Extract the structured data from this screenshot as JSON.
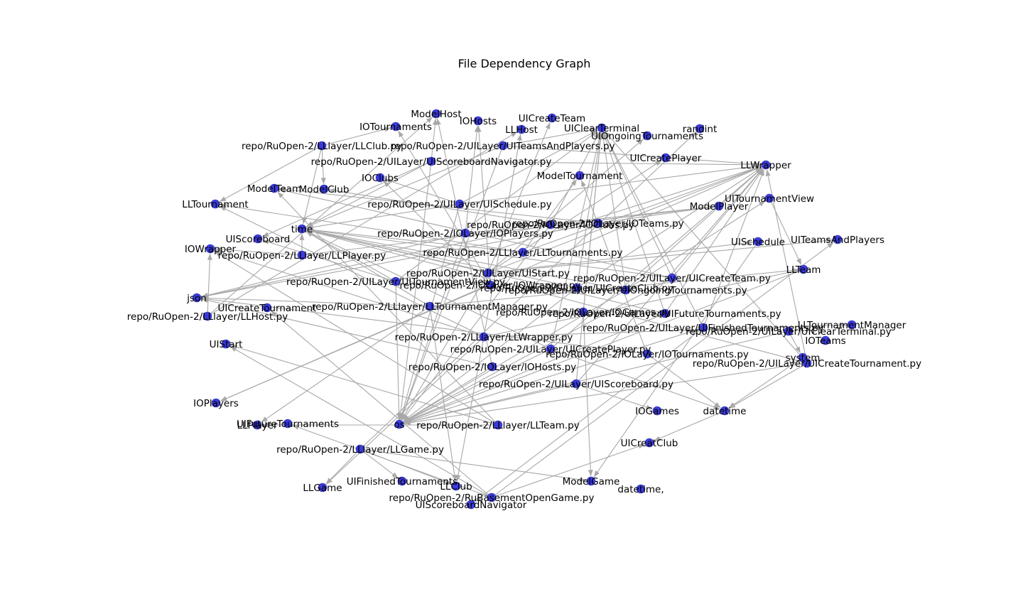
{
  "title": "File Dependency Graph",
  "style": {
    "node_color": "#3b3bdc",
    "edge_color": "#a8a8a8",
    "background": "#ffffff"
  },
  "nodes": [
    {
      "id": "ModelHost",
      "label": "ModelHost"
    },
    {
      "id": "IOTournaments",
      "label": "IOTournaments"
    },
    {
      "id": "IOHosts",
      "label": "IOHosts"
    },
    {
      "id": "UICreateTeam",
      "label": "UICreateTeam"
    },
    {
      "id": "LLHost",
      "label": "LLHost"
    },
    {
      "id": "UIClearTerminal",
      "label": "UIClearTerminal"
    },
    {
      "id": "UIOngoingTournaments",
      "label": "UIOngoingTournaments"
    },
    {
      "id": "randint",
      "label": "randint"
    },
    {
      "id": "repo_LLClubpy",
      "label": "repo/RuOpen-2/LLlayer/LLClub.py"
    },
    {
      "id": "repo_UITeamsAndPlayerspy",
      "label": "repo/RuOpen-2/UILayer/UITeamsAndPlayers.py"
    },
    {
      "id": "UICreatePlayer",
      "label": "UICreatePlayer"
    },
    {
      "id": "repo_UIScoreboardNavigatorpy",
      "label": "repo/RuOpen-2/UILayer/UIScoreboardNavigator.py"
    },
    {
      "id": "LLWrapper",
      "label": "LLWrapper"
    },
    {
      "id": "IOClubs",
      "label": "IOClubs"
    },
    {
      "id": "ModelTournament",
      "label": "ModelTournament"
    },
    {
      "id": "ModelTeam",
      "label": "ModelTeam"
    },
    {
      "id": "ModelClub",
      "label": "ModelClub"
    },
    {
      "id": "UITournamentView",
      "label": "UITournamentView"
    },
    {
      "id": "LLTournament",
      "label": "LLTournament"
    },
    {
      "id": "repo_UISchedulepy",
      "label": "repo/RuOpen-2/UILayer/UISchedule.py"
    },
    {
      "id": "ModelPlayer",
      "label": "ModelPlayer"
    },
    {
      "id": "repo_IOClubspy",
      "label": "repo/RuOpen-2/IOLayer/IOClubs.py"
    },
    {
      "id": "repo_IOTeamspy",
      "label": "repo/RuOpen-2/IOLayer/IOTeams.py"
    },
    {
      "id": "time",
      "label": "time"
    },
    {
      "id": "repo_IOPlayerspy",
      "label": "repo/RuOpen-2/IOLayer/IOPlayers.py"
    },
    {
      "id": "UIScoreboard",
      "label": "UIScoreboard"
    },
    {
      "id": "UISchedule",
      "label": "UISchedule"
    },
    {
      "id": "UITeamsAndPlayers",
      "label": "UITeamsAndPlayers"
    },
    {
      "id": "IOWrapper",
      "label": "IOWrapper"
    },
    {
      "id": "repo_LLPlayerpy",
      "label": "repo/RuOpen-2/LLlayer/LLPlayer.py"
    },
    {
      "id": "repo_LLTournamentspy",
      "label": "repo/RuOpen-2/LLlayer/LLTournaments.py"
    },
    {
      "id": "LLTeam",
      "label": "LLTeam"
    },
    {
      "id": "repo_UIStartpy",
      "label": "repo/RuOpen-2/UILayer/UIStart.py"
    },
    {
      "id": "repo_UICreateTeampy",
      "label": "repo/RuOpen-2/UILayer/UICreateTeam.py"
    },
    {
      "id": "repo_UITournamentViewpy",
      "label": "repo/RuOpen-2/UILayer/UITournamentView.py"
    },
    {
      "id": "repo_IOWrapperpy",
      "label": "repo/RuOpen-2/IOLayer/IOWrapper.py"
    },
    {
      "id": "repo_UICreateClubpy",
      "label": "repo/RuOpen-2/UILayer/UICreateClub.py"
    },
    {
      "id": "repo_UIOngoingTournamentspy",
      "label": "repo/RuOpen-2/UILayer/UIOngoingTournaments.py"
    },
    {
      "id": "json",
      "label": "json"
    },
    {
      "id": "UICreateTournament",
      "label": "UICreateTournament"
    },
    {
      "id": "repo_LLTournamentManagerpy",
      "label": "repo/RuOpen-2/LLlayer/LLTournamentManager.py"
    },
    {
      "id": "repo_IOGamespy",
      "label": "repo/RuOpen-2/IOLayer/IOGames.py"
    },
    {
      "id": "repo_UIFutureTournamentspy",
      "label": "repo/RuOpen-2/UILayer/UIFutureTournaments.py"
    },
    {
      "id": "repo_LLHostpy",
      "label": "repo/RuOpen-2/LLlayer/LLHost.py"
    },
    {
      "id": "repo_UIFinishedTournamentspy",
      "label": "repo/RuOpen-2/UILayer/UIFinishedTournaments.py"
    },
    {
      "id": "LLTournamentManager",
      "label": "LLTournamentManager"
    },
    {
      "id": "repo_UIClearTerminalpy",
      "label": "repo/RuOpen-2/UILayer/UIClearTerminal.py"
    },
    {
      "id": "repo_LLWrapperpy",
      "label": "repo/RuOpen-2/LLlayer/LLWrapper.py"
    },
    {
      "id": "IOTeams",
      "label": "IOTeams"
    },
    {
      "id": "UIStart",
      "label": "UIStart"
    },
    {
      "id": "repo_UICreatePlayerpy",
      "label": "repo/RuOpen-2/UILayer/UICreatePlayer.py"
    },
    {
      "id": "repo_IOTournamentspy",
      "label": "repo/RuOpen-2/IOLayer/IOTournaments.py"
    },
    {
      "id": "system",
      "label": "system"
    },
    {
      "id": "repo_UICreateTournamentpy",
      "label": "repo/RuOpen-2/UILayer/UICreateTournament.py"
    },
    {
      "id": "repo_IOHostspy",
      "label": "repo/RuOpen-2/IOLayer/IOHosts.py"
    },
    {
      "id": "repo_UIScoreboardpy",
      "label": "repo/RuOpen-2/UILayer/UIScoreboard.py"
    },
    {
      "id": "IOPlayers",
      "label": "IOPlayers"
    },
    {
      "id": "IOGames",
      "label": "IOGames"
    },
    {
      "id": "datetime",
      "label": "datetime"
    },
    {
      "id": "LLPlayer",
      "label": "LLPlayer"
    },
    {
      "id": "UIFutureTournaments",
      "label": "UIFutureTournaments"
    },
    {
      "id": "os",
      "label": "os"
    },
    {
      "id": "repo_LLTeampy",
      "label": "repo/RuOpen-2/LLlayer/LLTeam.py"
    },
    {
      "id": "UICreatClub",
      "label": "UICreatClub"
    },
    {
      "id": "repo_LLGamepy",
      "label": "repo/RuOpen-2/LLlayer/LLGame.py"
    },
    {
      "id": "UIFinishedTournaments",
      "label": "UIFinishedTournaments"
    },
    {
      "id": "ModelGame",
      "label": "ModelGame"
    },
    {
      "id": "LLGame",
      "label": "LLGame"
    },
    {
      "id": "LLClub",
      "label": "LLClub"
    },
    {
      "id": "datetime_comma",
      "label": "datetime,"
    },
    {
      "id": "repo_RuBasementpy",
      "label": "repo/RuOpen-2/RuBasementOpenGame.py"
    },
    {
      "id": "UIScoreboardNavigator",
      "label": "UIScoreboardNavigator"
    }
  ],
  "edges": [
    [
      "repo_LLClubpy",
      "LLTournament"
    ],
    [
      "repo_LLClubpy",
      "ModelClub"
    ],
    [
      "repo_LLClubpy",
      "time"
    ],
    [
      "repo_LLClubpy",
      "IOTournaments"
    ],
    [
      "repo_UITeamsAndPlayerspy",
      "LLWrapper"
    ],
    [
      "repo_UITeamsAndPlayerspy",
      "time"
    ],
    [
      "repo_UITeamsAndPlayerspy",
      "os"
    ],
    [
      "repo_UITeamsAndPlayerspy",
      "UIClearTerminal"
    ],
    [
      "repo_UIScoreboardNavigatorpy",
      "UIScoreboard"
    ],
    [
      "repo_UIScoreboardNavigatorpy",
      "time"
    ],
    [
      "repo_UIScoreboardNavigatorpy",
      "ModelHost"
    ],
    [
      "repo_UIScoreboardNavigatorpy",
      "os"
    ],
    [
      "repo_UIScoreboardNavigatorpy",
      "LLWrapper"
    ],
    [
      "repo_UISchedulepy",
      "LLWrapper"
    ],
    [
      "repo_UISchedulepy",
      "time"
    ],
    [
      "repo_UISchedulepy",
      "os"
    ],
    [
      "repo_UISchedulepy",
      "UIClearTerminal"
    ],
    [
      "repo_UISchedulepy",
      "IOClubs"
    ],
    [
      "repo_IOClubspy",
      "ModelClub"
    ],
    [
      "repo_IOClubspy",
      "json"
    ],
    [
      "repo_IOClubspy",
      "os"
    ],
    [
      "repo_IOClubspy",
      "UIClearTerminal"
    ],
    [
      "repo_IOTeamspy",
      "ModelTeam"
    ],
    [
      "repo_IOTeamspy",
      "json"
    ],
    [
      "repo_IOTeamspy",
      "ModelPlayer"
    ],
    [
      "repo_IOPlayerspy",
      "ModelPlayer"
    ],
    [
      "repo_IOPlayerspy",
      "json"
    ],
    [
      "repo_IOPlayerspy",
      "os"
    ],
    [
      "repo_IOPlayerspy",
      "IOHosts"
    ],
    [
      "repo_LLPlayerpy",
      "IOWrapper"
    ],
    [
      "repo_LLPlayerpy",
      "ModelPlayer"
    ],
    [
      "repo_LLPlayerpy",
      "time"
    ],
    [
      "repo_LLTournamentspy",
      "LLTournament"
    ],
    [
      "repo_LLTournamentspy",
      "time"
    ],
    [
      "repo_LLTournamentspy",
      "LLWrapper"
    ],
    [
      "repo_LLTournamentspy",
      "ModelTournament"
    ],
    [
      "repo_UIStartpy",
      "UICreateTeam"
    ],
    [
      "repo_UIStartpy",
      "UICreatePlayer"
    ],
    [
      "repo_UIStartpy",
      "UIOngoingTournaments"
    ],
    [
      "repo_UIStartpy",
      "time"
    ],
    [
      "repo_UIStartpy",
      "os"
    ],
    [
      "repo_UIStartpy",
      "UITeamsAndPlayers"
    ],
    [
      "repo_UIStartpy",
      "UISchedule"
    ],
    [
      "repo_UIStartpy",
      "LLWrapper"
    ],
    [
      "repo_UICreateTeampy",
      "LLWrapper"
    ],
    [
      "repo_UICreateTeampy",
      "time"
    ],
    [
      "repo_UICreateTeampy",
      "os"
    ],
    [
      "repo_UICreateTeampy",
      "UIClearTerminal"
    ],
    [
      "repo_UICreateTeampy",
      "ModelTeam"
    ],
    [
      "repo_UITournamentViewpy",
      "UIScoreboard"
    ],
    [
      "repo_UITournamentViewpy",
      "time"
    ],
    [
      "repo_UITournamentViewpy",
      "os"
    ],
    [
      "repo_UITournamentViewpy",
      "LLWrapper"
    ],
    [
      "repo_UITournamentViewpy",
      "UIClearTerminal"
    ],
    [
      "repo_IOWrapperpy",
      "IOTournaments"
    ],
    [
      "repo_IOWrapperpy",
      "IOPlayers"
    ],
    [
      "repo_IOWrapperpy",
      "IOClubs"
    ],
    [
      "repo_IOWrapperpy",
      "IOHosts"
    ],
    [
      "repo_IOWrapperpy",
      "LLFuture"
    ],
    [
      "repo_UICreateClubpy",
      "LLWrapper"
    ],
    [
      "repo_UICreateClubpy",
      "time"
    ],
    [
      "repo_UICreateClubpy",
      "os"
    ],
    [
      "repo_UICreateClubpy",
      "UIClearTerminal"
    ],
    [
      "repo_UIOngoingTournamentspy",
      "LLWrapper"
    ],
    [
      "repo_UIOngoingTournamentspy",
      "UITournamentView"
    ],
    [
      "repo_UIOngoingTournamentspy",
      "time"
    ],
    [
      "repo_UIOngoingTournamentspy",
      "os"
    ],
    [
      "repo_UIOngoingTournamentspy",
      "UIClearTerminal"
    ],
    [
      "repo_LLTournamentManagerpy",
      "LLTeam"
    ],
    [
      "repo_LLTournamentManagerpy",
      "LLPlayer"
    ],
    [
      "repo_LLTournamentManagerpy",
      "LLClub"
    ],
    [
      "repo_LLTournamentManagerpy",
      "time"
    ],
    [
      "repo_IOGamespy",
      "ModelGame"
    ],
    [
      "repo_IOGamespy",
      "json"
    ],
    [
      "repo_IOGamespy",
      "UIClearTerminal"
    ],
    [
      "repo_UIFutureTournamentspy",
      "LLWrapper"
    ],
    [
      "repo_UIFutureTournamentspy",
      "time"
    ],
    [
      "repo_UIFutureTournamentspy",
      "os"
    ],
    [
      "repo_UIFutureTournamentspy",
      "UIClearTerminal"
    ],
    [
      "repo_LLHostpy",
      "IOWrapper"
    ],
    [
      "repo_LLHostpy",
      "ModelHost"
    ],
    [
      "repo_LLHostpy",
      "LLHost"
    ],
    [
      "repo_UIFinishedTournamentspy",
      "LLWrapper"
    ],
    [
      "repo_UIFinishedTournamentspy",
      "UIScoreboardNavigator"
    ],
    [
      "repo_UIFinishedTournamentspy",
      "os"
    ],
    [
      "repo_UIFinishedTournamentspy",
      "UIClearTerminal"
    ],
    [
      "repo_UIClearTerminalpy",
      "system"
    ],
    [
      "repo_UIClearTerminalpy",
      "os"
    ],
    [
      "repo_LLWrapperpy",
      "LLTournamentManager"
    ],
    [
      "repo_LLWrapperpy",
      "LLTeam"
    ],
    [
      "repo_LLWrapperpy",
      "LLGame"
    ],
    [
      "repo_LLWrapperpy",
      "LLHost"
    ],
    [
      "repo_LLWrapperpy",
      "IOWrapper"
    ],
    [
      "repo_LLWrapperpy",
      "LLTournament"
    ],
    [
      "repo_LLWrapperpy",
      "LLClub"
    ],
    [
      "repo_UICreatePlayerpy",
      "LLWrapper"
    ],
    [
      "repo_UICreatePlayerpy",
      "time"
    ],
    [
      "repo_UICreatePlayerpy",
      "datetime"
    ],
    [
      "repo_UICreatePlayerpy",
      "os"
    ],
    [
      "repo_UICreatePlayerpy",
      "UIClearTerminal"
    ],
    [
      "repo_IOTournamentspy",
      "ModelTournament"
    ],
    [
      "repo_IOTournamentspy",
      "json"
    ],
    [
      "repo_IOTournamentspy",
      "datetime"
    ],
    [
      "repo_UICreateTournamentpy",
      "LLWrapper"
    ],
    [
      "repo_UICreateTournamentpy",
      "datetime"
    ],
    [
      "repo_UICreateTournamentpy",
      "time"
    ],
    [
      "repo_UICreateTournamentpy",
      "os"
    ],
    [
      "repo_UICreateTournamentpy",
      "UIClearTerminal"
    ],
    [
      "repo_IOHostspy",
      "ModelHost"
    ],
    [
      "repo_IOHostspy",
      "json"
    ],
    [
      "repo_IOHostspy",
      "os"
    ],
    [
      "repo_UIScoreboardpy",
      "LLWrapper"
    ],
    [
      "repo_UIScoreboardpy",
      "os"
    ],
    [
      "repo_UIScoreboardpy",
      "UIClearTerminal"
    ],
    [
      "repo_UIScoreboardpy",
      "IOGames"
    ],
    [
      "repo_LLTeampy",
      "LLPlayer"
    ],
    [
      "repo_LLTeampy",
      "ModelTeam"
    ],
    [
      "repo_LLTeampy",
      "IOWrapper"
    ],
    [
      "repo_LLTeampy",
      "UIStart"
    ],
    [
      "repo_LLGamepy",
      "ModelGame"
    ],
    [
      "repo_LLGamepy",
      "LLGame"
    ],
    [
      "repo_LLGamepy",
      "randint"
    ],
    [
      "repo_LLGamepy",
      "LLClub"
    ],
    [
      "repo_LLGamepy",
      "UIFinishedTournaments"
    ],
    [
      "repo_RuBasementpy",
      "UIStart"
    ],
    [
      "repo_RuBasementpy",
      "UICreatClub"
    ],
    [
      "repo_RuBasementpy",
      "UITeamsAndPlayers"
    ],
    [
      "repo_RuBasementpy",
      "UICreateTournament"
    ],
    [
      "repo_RuBasementpy",
      "UIFutureTournaments"
    ],
    [
      "datetime",
      "UICreatClub"
    ],
    [
      "system",
      "datetime"
    ],
    [
      "LLTeam",
      "os"
    ],
    [
      "UISchedule",
      "ModelGame"
    ],
    [
      "LLWrapper",
      "IOPlayers"
    ],
    [
      "UITournamentView",
      "LLTeam"
    ]
  ]
}
